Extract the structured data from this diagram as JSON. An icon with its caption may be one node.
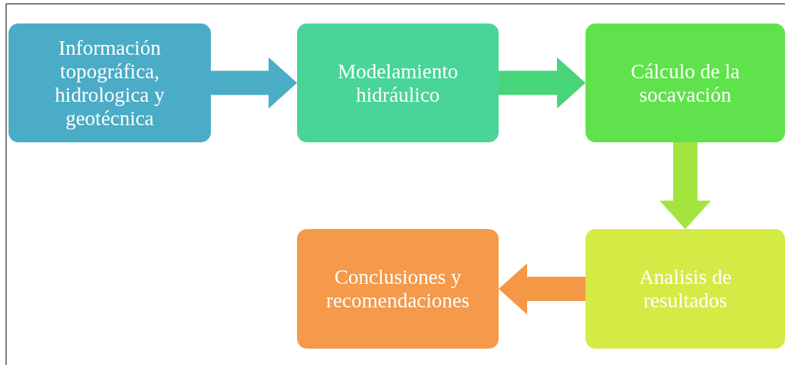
{
  "diagram": {
    "nodes": [
      {
        "text": [
          "Información topográfica, hidrologica y geotécnica"
        ]
      },
      {
        "text": [
          "Modelamiento hidráulico"
        ]
      },
      {
        "text": [
          "Cálculo de la socavación"
        ]
      },
      {
        "text": [
          "Analisis de resultados"
        ]
      },
      {
        "text": [
          "Conclusiones y recomendaciones"
        ]
      }
    ],
    "edges": [
      {
        "from": 0,
        "to": 1,
        "arrow": "to",
        "color": "#4bacc6"
      },
      {
        "from": 1,
        "to": 2,
        "arrow": "to",
        "color": "#48d57a"
      },
      {
        "from": 2,
        "to": 3,
        "arrow": "to",
        "color": "#a3e43f"
      },
      {
        "from": 3,
        "to": 4,
        "arrow": "to",
        "color": "#f59846"
      }
    ]
  }
}
